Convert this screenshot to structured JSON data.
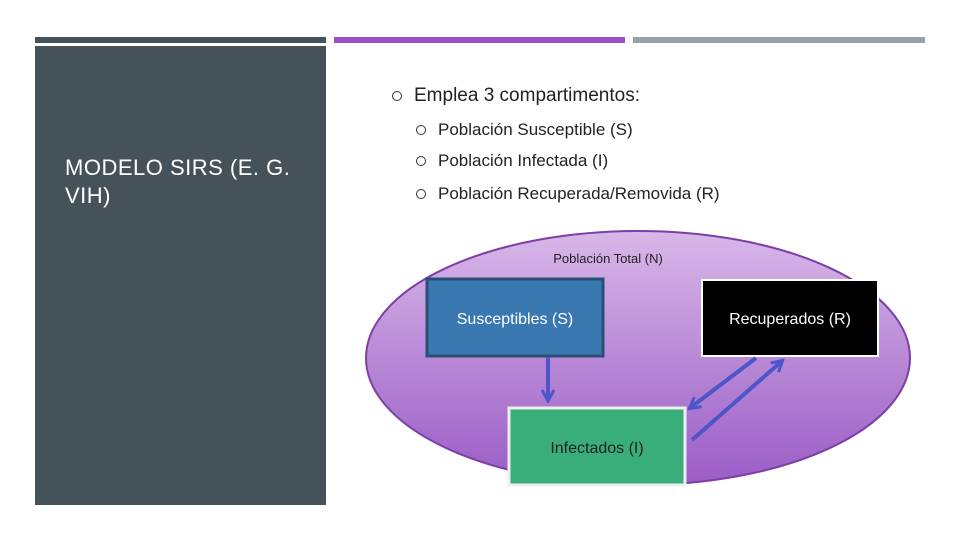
{
  "colors": {
    "bar1": "#44525a",
    "bar2": "#9b4fc0",
    "bar3": "#9aa0a6",
    "panel": "#46525a",
    "ellipse_top": "#d8b7e8",
    "ellipse_bottom": "#9a5cc6",
    "ellipse_stroke": "#7d3fa6",
    "susceptible_fill": "#3a78b2",
    "susceptible_stroke": "#2a4f75",
    "recovered_fill": "#000000",
    "infected_fill": "#3aae7a",
    "arrow": "#4d55c8"
  },
  "slide": {
    "title": "MODELO SIRS (E. G. VIH)",
    "bullets": {
      "main": "Emplea 3 compartimentos:",
      "sub1": "Población Susceptible (S)",
      "sub2": "Población Infectada (I)",
      "sub3": "Población Recuperada/Removida (R)"
    }
  },
  "diagram": {
    "population_label": "Población Total (N)",
    "susceptible_label": "Susceptibles (S)",
    "recovered_label": "Recuperados (R)",
    "infected_label": "Infectados (I)"
  }
}
